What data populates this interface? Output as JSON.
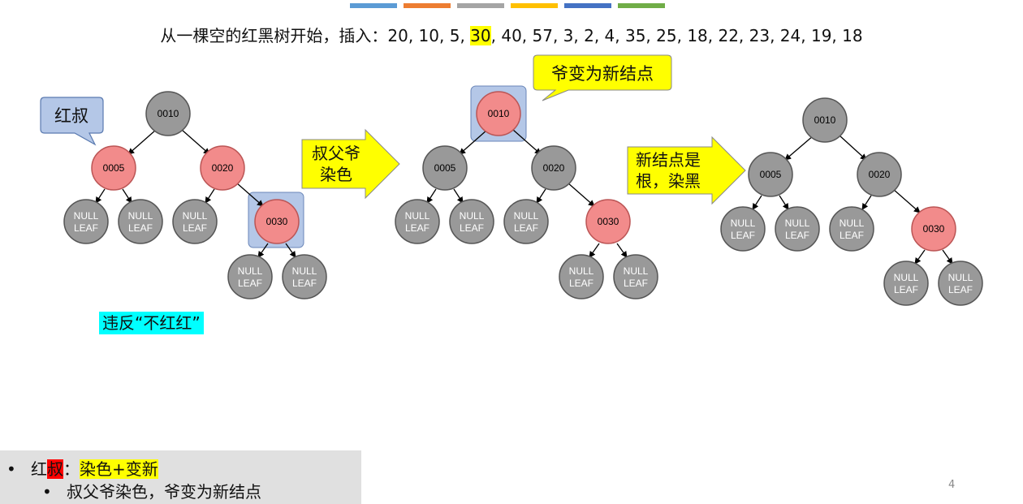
{
  "header_colors": [
    "#5b9bd5",
    "#ed7d31",
    "#a5a5a5",
    "#ffc000",
    "#4472c4",
    "#70ad47"
  ],
  "title": {
    "prefix": "从一棵空的红黑树开始，插入：20, 10, 5, ",
    "highlight": "30",
    "suffix": ", 40, 57, 3, 2, 4, 35, 25, 18, 22, 23, 24, 19, 18"
  },
  "node_colors": {
    "red": "#f28b8b",
    "black": "#999999",
    "highlight_box": "#b4c7e7"
  },
  "tree1": {
    "root": "0010",
    "left": "0005",
    "right": "0020",
    "inserted": "0030",
    "null_label_1": "NULL",
    "null_label_2": "LEAF"
  },
  "tree2": {
    "root": "0010",
    "left": "0005",
    "right": "0020",
    "inserted": "0030",
    "null_label_1": "NULL",
    "null_label_2": "LEAF"
  },
  "tree3": {
    "root": "0010",
    "left": "0005",
    "right": "0020",
    "inserted": "0030",
    "null_label_1": "NULL",
    "null_label_2": "LEAF"
  },
  "callouts": {
    "uncle_red": "红叔",
    "grandpa_new": "爷变为新结点"
  },
  "arrows": {
    "a1_line1": "叔父爷",
    "a1_line2": "染色",
    "a2_line1": "新结点是",
    "a2_line2": "根，染黑"
  },
  "violation": "违反“不红红”",
  "notes": {
    "bullet": "•",
    "n1_a": "红",
    "n1_b": "叔",
    "n1_c": "：",
    "n1_d": "染色+变新",
    "n2": "叔父爷染色，爷变为新结点"
  },
  "page_number": "4"
}
